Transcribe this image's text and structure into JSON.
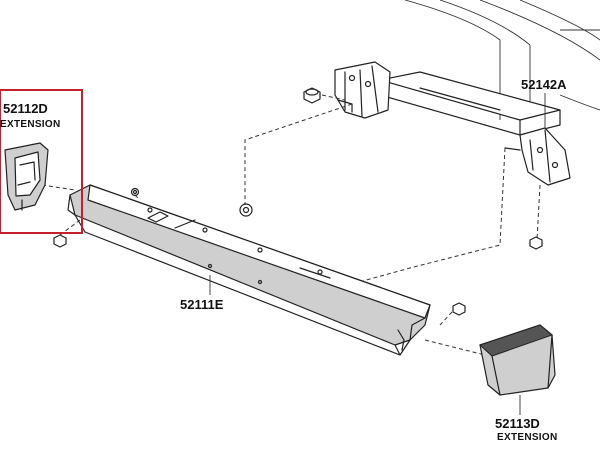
{
  "parts": {
    "extension_left": {
      "number": "52112D",
      "name": "EXTENSION"
    },
    "bracket_right": {
      "number": "52142A"
    },
    "bumper_bar": {
      "number": "52111E"
    },
    "extension_right": {
      "number": "52113D",
      "name": "EXTENSION"
    }
  },
  "highlight_color": "#c8202a"
}
